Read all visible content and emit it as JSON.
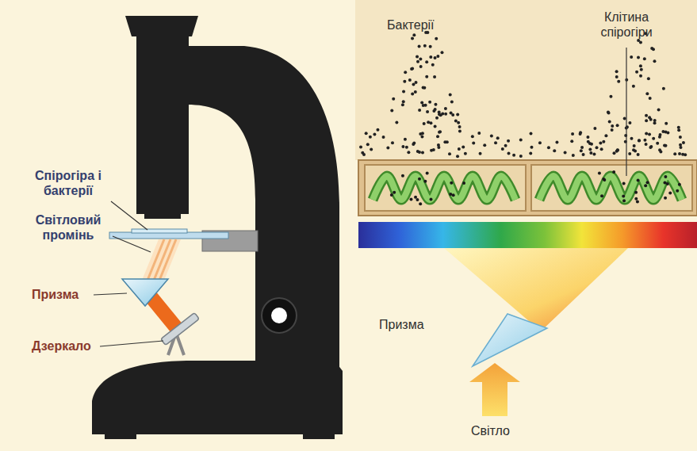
{
  "diagram": {
    "labels": [
      "Спірогіра і бактерії",
      "Світловий промінь",
      "Призма",
      "Дзеркало",
      "Бактерії",
      "Клітина спірогіри",
      "Призма",
      "Світло"
    ]
  }
}
